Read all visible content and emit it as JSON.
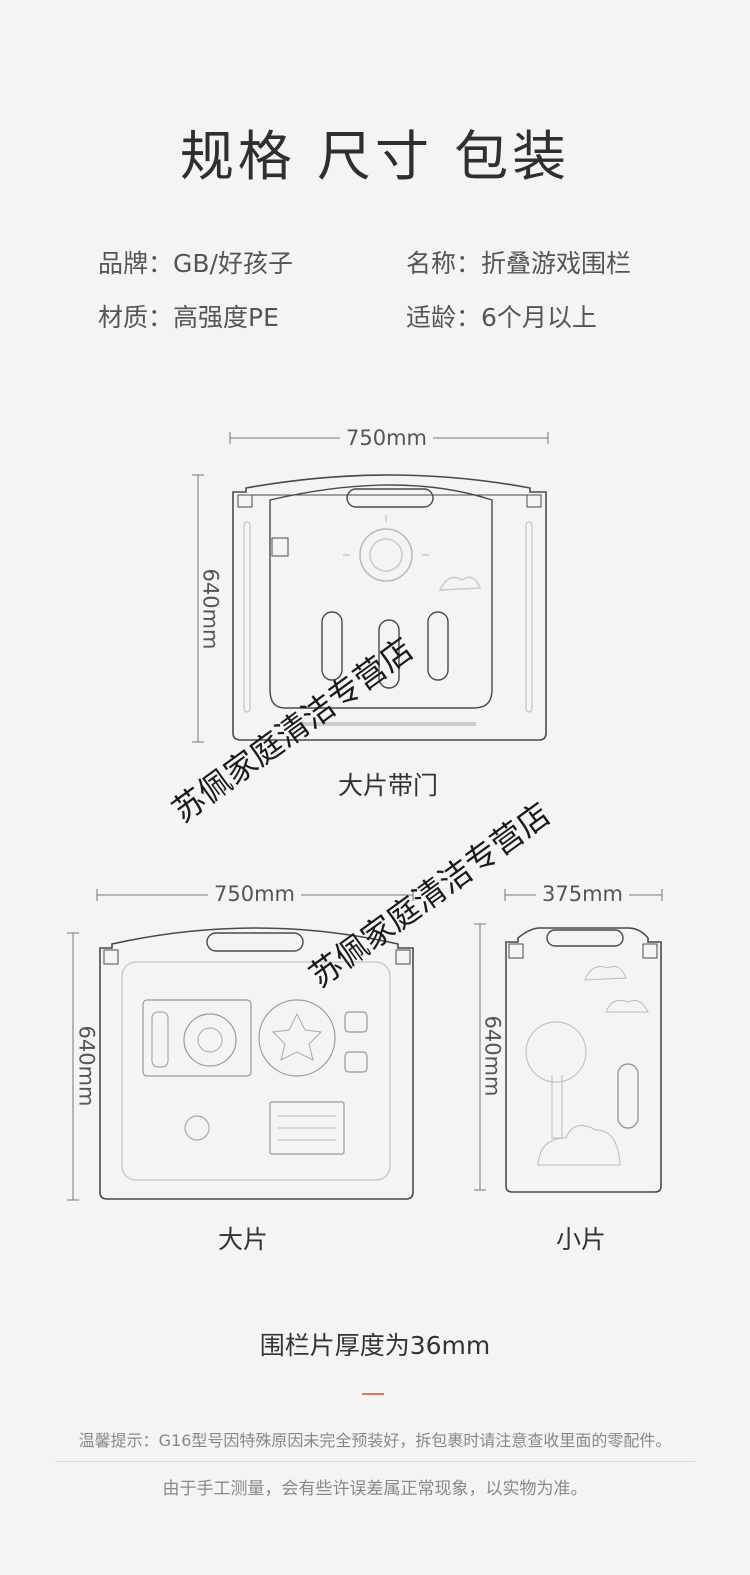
{
  "page_title": "规格 尺寸 包装",
  "specs": {
    "brand": "品牌：GB/好孩子",
    "name": "名称：折叠游戏围栏",
    "material": "材质：高强度PE",
    "age": "适龄：6个月以上"
  },
  "panels": {
    "door": {
      "width": "750mm",
      "height": "640mm",
      "caption": "大片带门"
    },
    "large": {
      "width": "750mm",
      "height": "640mm",
      "caption": "大片"
    },
    "small": {
      "width": "375mm",
      "height": "640mm",
      "caption": "小片"
    }
  },
  "thickness_note": "围栏片厚度为36mm",
  "tip_notice": "温馨提示：G16型号因特殊原因未完全预装好，拆包裹时请注意查收里面的零配件。",
  "measurement_note": "由于手工测量，会有些许误差属正常现象，以实物为准。",
  "watermark": {
    "text": "苏佩家庭清洁专营店"
  },
  "colors": {
    "accent": "#e8725c",
    "background": "#f4f4f4",
    "line": "#4a4a4a"
  }
}
